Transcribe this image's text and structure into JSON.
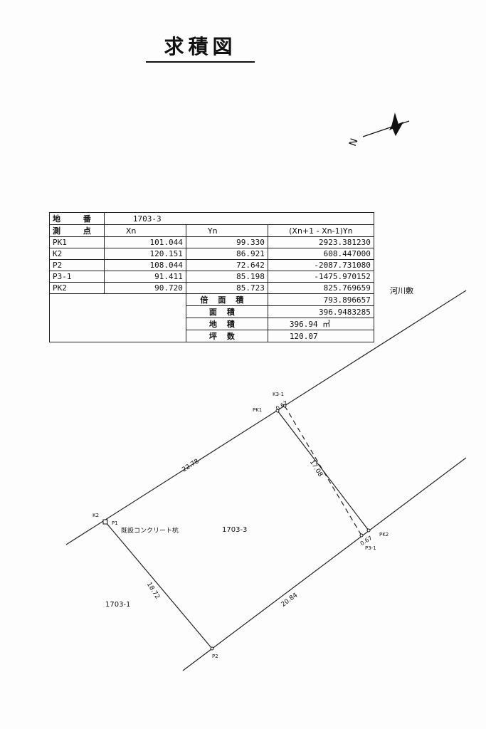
{
  "title": "求積図",
  "compass": {
    "label": "N"
  },
  "table": {
    "lot_label": "地 番",
    "lot_value": "1703-3",
    "headers": [
      "測 点",
      "Xn",
      "Yn",
      "(Xn+1 - Xn-1)Yn"
    ],
    "rows": [
      [
        "PK1",
        "101.044",
        "99.330",
        "2923.381230"
      ],
      [
        "K2",
        "120.151",
        "86.921",
        "608.447000"
      ],
      [
        "P2",
        "108.044",
        "72.642",
        "-2087.731080"
      ],
      [
        "P3-1",
        "91.411",
        "85.198",
        "-1475.970152"
      ],
      [
        "PK2",
        "90.720",
        "85.723",
        "825.769659"
      ]
    ],
    "summary": [
      {
        "label": "倍面積",
        "value": "793.896657"
      },
      {
        "label": "面積",
        "value": "396.9483285"
      },
      {
        "label": "地積",
        "value": "396.94 ㎡"
      },
      {
        "label": "坪数",
        "value": "120.07"
      }
    ]
  },
  "drawing": {
    "river_label": "河川敷",
    "points": {
      "k3": "K3-1",
      "pk1": "PK1",
      "k2": "K2",
      "p1": "P1",
      "pk2": "PK2",
      "p31": "P3-1",
      "p2": "P2"
    },
    "distances": {
      "top": "22.78",
      "right": "17.08",
      "left": "18.72",
      "bottom": "20.84",
      "offset1": "0.67",
      "offset2": "0.67"
    },
    "lot_main": "1703-3",
    "lot_adjacent": "1703-1",
    "stake_note": "既設コンクリート杭"
  }
}
